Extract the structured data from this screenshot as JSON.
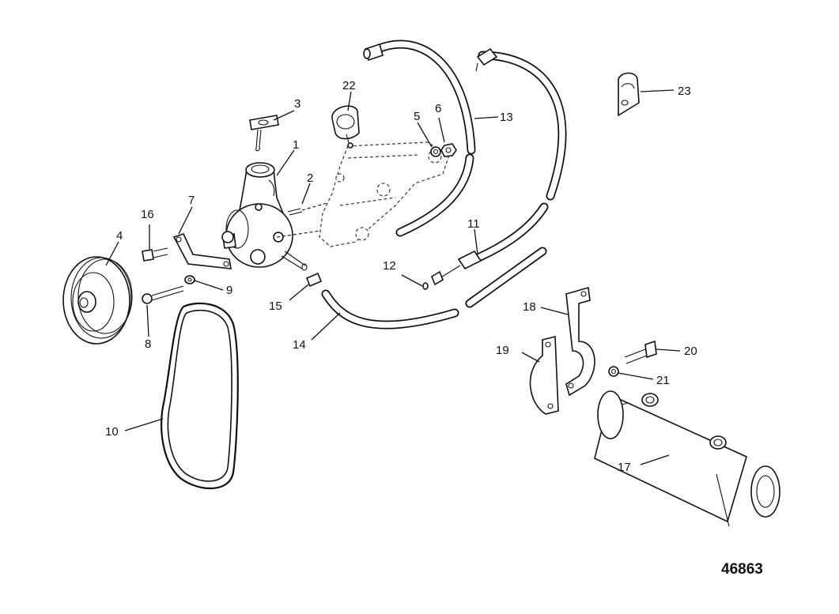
{
  "diagram": {
    "figure_number": "46863",
    "callouts": [
      {
        "id": "c1",
        "label": "1"
      },
      {
        "id": "c2",
        "label": "2"
      },
      {
        "id": "c3",
        "label": "3"
      },
      {
        "id": "c4",
        "label": "4"
      },
      {
        "id": "c5",
        "label": "5"
      },
      {
        "id": "c6",
        "label": "6"
      },
      {
        "id": "c7",
        "label": "7"
      },
      {
        "id": "c8",
        "label": "8"
      },
      {
        "id": "c9",
        "label": "9"
      },
      {
        "id": "c10",
        "label": "10"
      },
      {
        "id": "c11",
        "label": "11"
      },
      {
        "id": "c12",
        "label": "12"
      },
      {
        "id": "c13",
        "label": "13"
      },
      {
        "id": "c14",
        "label": "14"
      },
      {
        "id": "c15",
        "label": "15"
      },
      {
        "id": "c16",
        "label": "16"
      },
      {
        "id": "c17",
        "label": "17"
      },
      {
        "id": "c18",
        "label": "18"
      },
      {
        "id": "c19",
        "label": "19"
      },
      {
        "id": "c20",
        "label": "20"
      },
      {
        "id": "c21",
        "label": "21"
      },
      {
        "id": "c22",
        "label": "22"
      },
      {
        "id": "c23",
        "label": "23"
      }
    ]
  }
}
